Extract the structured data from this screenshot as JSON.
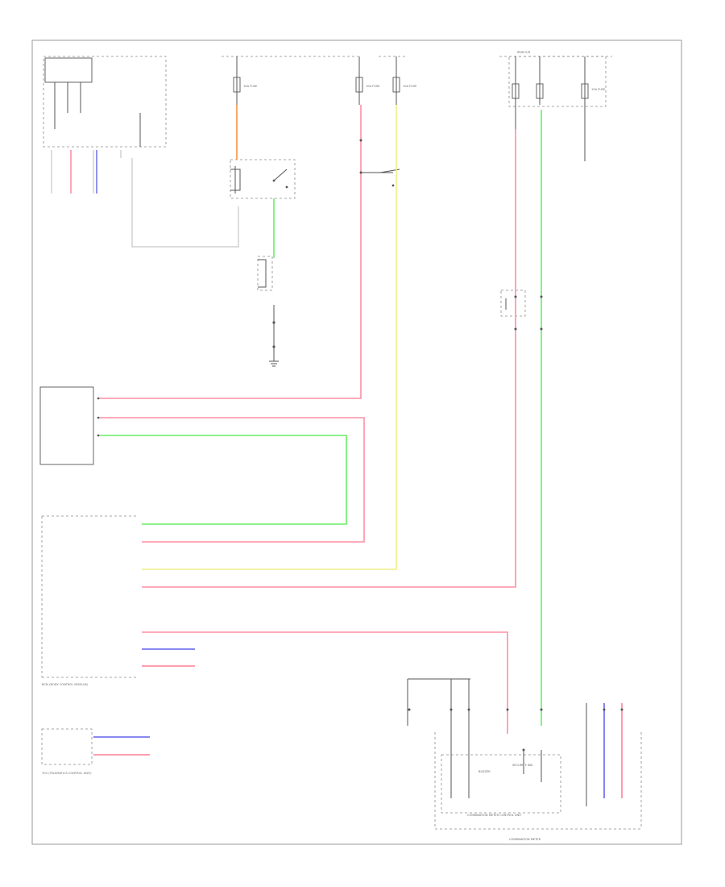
{
  "diagram": {
    "footer_code": "",
    "combination_meter_label": "COMBINATION METER",
    "combination_meter_control_unit_label": "COMBINATION METER CONTROL UNIT",
    "security_ind_label": "SECURITY IND",
    "buzzer_label": "BUZZER",
    "bcm_label": "BCM (BODY CONTROL MODULE)",
    "ipdm_label": "IPDM E/R",
    "tcu_label": "TCU (TELEMATICS CONTROL UNIT)",
    "fuse_labels": [
      "10A FUSE",
      "10A FUSE",
      "10A FUSE",
      "15A FUSE"
    ],
    "colors": {
      "red_wire": "#ff8fa3",
      "green_wire": "#66ee66",
      "yellow_wire": "#eeee88",
      "blue_wire": "#7777ee",
      "orange_wire": "#f5a05a",
      "black_wire": "#555555",
      "frame": "#9a9a9a"
    }
  }
}
